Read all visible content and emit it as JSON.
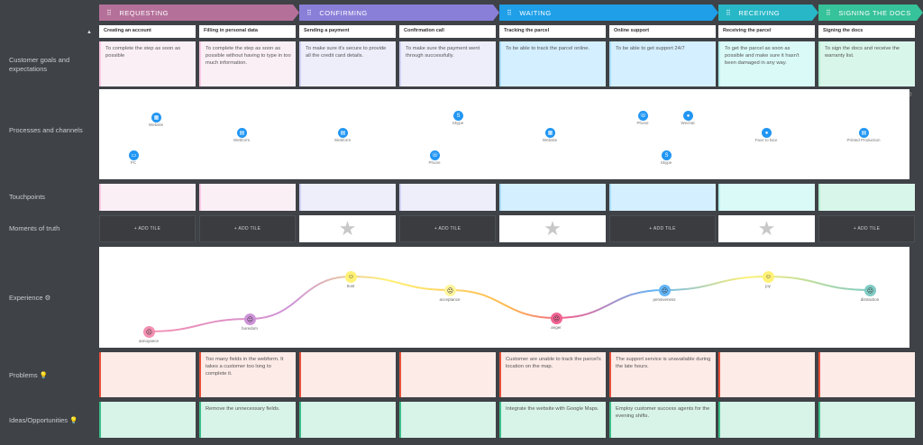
{
  "stages": [
    {
      "label": "REQUESTING",
      "color": "#b5709a"
    },
    {
      "label": "CONFIRMING",
      "color": "#8a7fd8"
    },
    {
      "label": "WAITING",
      "color": "#1e9fe8"
    },
    {
      "label": "RECEIVING",
      "color": "#27b7c7"
    },
    {
      "label": "SIGNING THE DOCS",
      "color": "#36c29a"
    }
  ],
  "row_labels": {
    "goals": "Customer goals and expectations",
    "processes": "Processes and channels",
    "touchpoints": "Touchpoints",
    "moments": "Moments of truth",
    "experience": "Experience",
    "problems": "Problems",
    "ideas": "Ideas/Opportunities"
  },
  "columns": [
    {
      "title": "Creating an account",
      "goal": "To complete the step as soon as possible",
      "tint": "#fbeff6",
      "accent": "#f8c8e4",
      "problem": "",
      "idea": "",
      "pcolor": "#e53935"
    },
    {
      "title": "Filling in personal data",
      "goal": "To complete the step as soon as possible without having to type in too much information.",
      "tint": "#fbeff6",
      "accent": "#f8c8e4",
      "problem": "Too many fields in the webform. It takes a customer too long to complete it.",
      "idea": "Remove the unnecessary fields."
    },
    {
      "title": "Sending a payment",
      "goal": "To make sure it's secure to provide all the credit card details.",
      "tint": "#eeeefb",
      "accent": "#d0d0f4",
      "problem": "",
      "idea": ""
    },
    {
      "title": "Confirmation call",
      "goal": "To make sure the payment went through successfully.",
      "tint": "#eeeefb",
      "accent": "#d0d0f4",
      "problem": "",
      "idea": ""
    },
    {
      "title": "Tracking the parcel",
      "goal": "To be able to track the parcel online.",
      "tint": "#d4efff",
      "accent": "#a6ddf9",
      "problem": "Customer are unable to track the parcel's location on the map.",
      "idea": "Integrate the website with Google Maps."
    },
    {
      "title": "Online support",
      "goal": "To be able to get support 24/7",
      "tint": "#d4efff",
      "accent": "#a6ddf9",
      "problem": "The support service is unavailable during the late hours.",
      "idea": "Employ customer success agents for the evening shifts."
    },
    {
      "title": "Receiving the parcel",
      "goal": "To get the parcel as soon as possible and make sure it hasn't been damaged in any way.",
      "tint": "#dafaf8",
      "accent": "#b2f0ec",
      "problem": "",
      "idea": ""
    },
    {
      "title": "Signing the docs",
      "goal": "To sign the docs and receive the warranty list.",
      "tint": "#d9f6ea",
      "accent": "#b3ecd3",
      "problem": "",
      "idea": ""
    }
  ],
  "moments": [
    "add",
    "add",
    "star",
    "add",
    "star",
    "add",
    "star",
    "add"
  ],
  "add_tile_label": "+ ADD TILE",
  "channels": [
    {
      "label": "Website",
      "icon": "globe-icon",
      "glyph": "▦"
    },
    {
      "label": "PC",
      "icon": "pc-icon",
      "glyph": "▭"
    },
    {
      "label": "Webform",
      "icon": "webform-icon",
      "glyph": "▤"
    },
    {
      "label": "Webform",
      "icon": "webform-icon",
      "glyph": "▤"
    },
    {
      "label": "Skype",
      "icon": "skype-icon",
      "glyph": "S"
    },
    {
      "label": "Phone",
      "icon": "phone-icon",
      "glyph": "☏"
    },
    {
      "label": "Website",
      "icon": "globe-icon",
      "glyph": "▦"
    },
    {
      "label": "Phone",
      "icon": "phone-icon",
      "glyph": "☏"
    },
    {
      "label": "Wechat",
      "icon": "wechat-icon",
      "glyph": "●"
    },
    {
      "label": "Skype",
      "icon": "skype-icon",
      "glyph": "S"
    },
    {
      "label": "Face to face",
      "icon": "person-icon",
      "glyph": "●"
    },
    {
      "label": "Printed Production",
      "icon": "document-icon",
      "glyph": "▤"
    }
  ],
  "emotions": [
    {
      "label": "annoyance",
      "color": "#f48fb1",
      "face": "☹"
    },
    {
      "label": "boredom",
      "color": "#ce93d8",
      "face": "😐"
    },
    {
      "label": "trust",
      "color": "#fff176",
      "face": "☺"
    },
    {
      "label": "acceptance",
      "color": "#fff59d",
      "face": "😐"
    },
    {
      "label": "anger",
      "color": "#f06292",
      "face": "☹"
    },
    {
      "label": "pensiveness",
      "color": "#64b5f6",
      "face": "😐"
    },
    {
      "label": "joy",
      "color": "#fff176",
      "face": "☺"
    },
    {
      "label": "distraction",
      "color": "#80cbc4",
      "face": "😐"
    }
  ]
}
